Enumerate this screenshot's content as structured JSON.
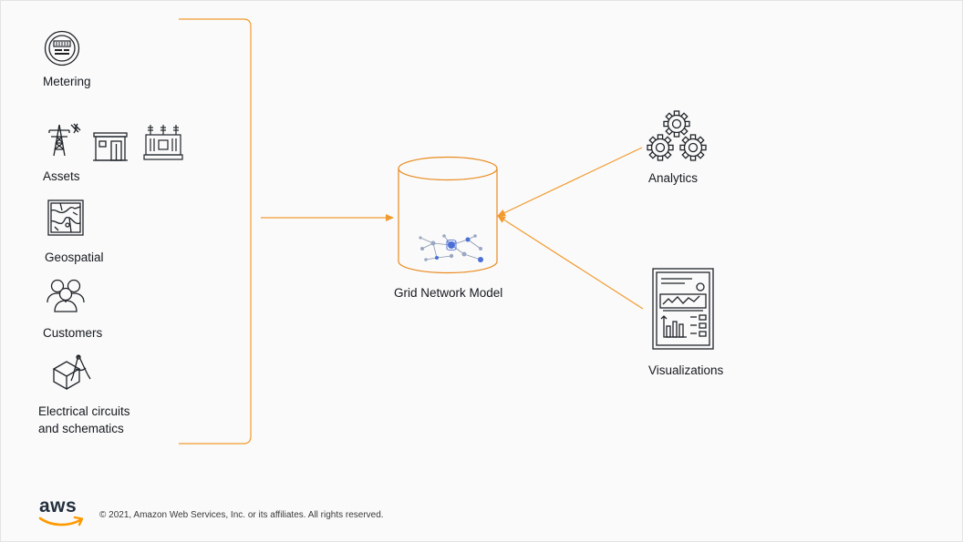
{
  "sources": {
    "metering": "Metering",
    "assets": "Assets",
    "geospatial": "Geospatial",
    "customers": "Customers",
    "circuits_line1": "Electrical circuits",
    "circuits_line2": "and schematics"
  },
  "center": {
    "label": "Grid Network Model"
  },
  "consumers": {
    "analytics": "Analytics",
    "visualizations": "Visualizations"
  },
  "footer": {
    "logo_text": "aws",
    "copyright": "© 2021, Amazon Web Services, Inc. or its affiliates. All rights reserved."
  },
  "colors": {
    "accent": "#f29a2e",
    "icon_stroke": "#1f2328",
    "aws_smile": "#ff9900",
    "background": "#fafafa"
  },
  "icons": {
    "metering": "meter-icon",
    "assets": [
      "transmission-tower-icon",
      "substation-building-icon",
      "transformer-icon"
    ],
    "geospatial": "map-icon",
    "customers": "users-icon",
    "circuits": "drafting-compass-icon",
    "database": "database-cylinder-icon",
    "analytics": "gears-icon",
    "visualizations": "dashboard-report-icon"
  }
}
